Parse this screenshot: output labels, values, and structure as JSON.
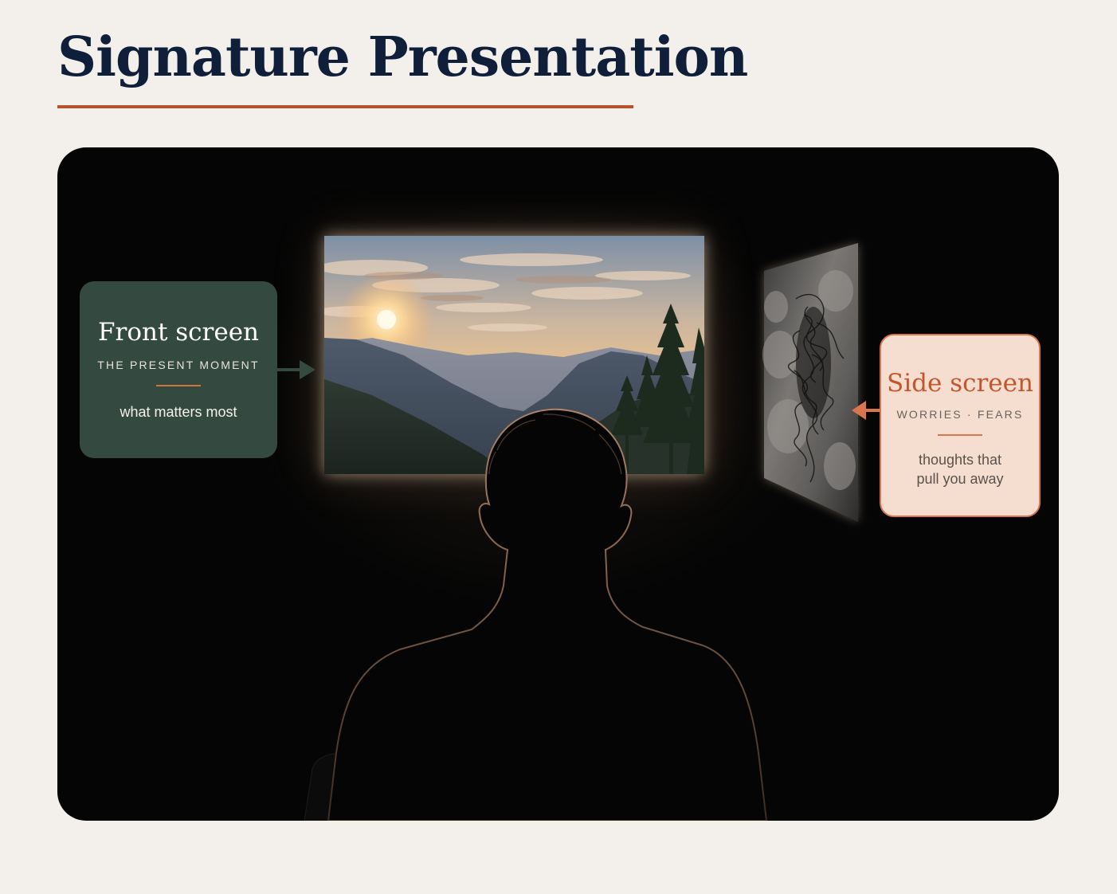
{
  "page": {
    "title": "Signature Presentation",
    "accent_color": "#b5532e",
    "title_color": "#0f1f3a",
    "background_color": "#f3efeb"
  },
  "scene": {
    "front_screen_image": "sunset over misty mountain valley with pine trees",
    "side_screen_image": "dark swirling smoke with tangled black scribbles",
    "viewer": "silhouette of a person seen from behind"
  },
  "callouts": {
    "front": {
      "title": "Front screen",
      "subtitle": "THE PRESENT MOMENT",
      "description": "what matters most",
      "color": "#34493f"
    },
    "side": {
      "title": "Side screen",
      "subtitle": "WORRIES · FEARS",
      "description_line1": "thoughts that",
      "description_line2": "pull you away",
      "color": "#f5ddd0",
      "accent_color": "#c4562d"
    }
  }
}
